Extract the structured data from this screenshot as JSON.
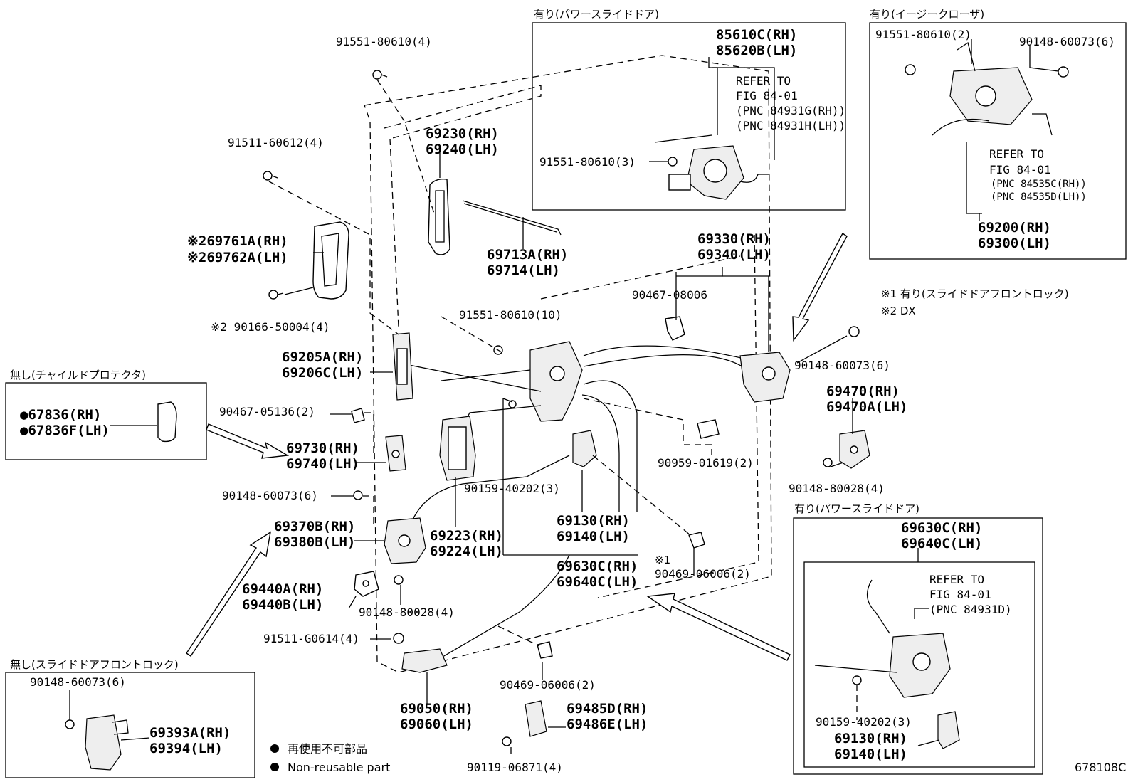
{
  "boxes": {
    "power_slide_top": {
      "title": "有り(パワースライドドア)"
    },
    "easy_closer": {
      "title": "有り(イージークローザ)"
    },
    "no_child_protector": {
      "title": "無し(チャイルドプロテクタ)"
    },
    "no_front_lock": {
      "title": "無し(スライドドアフロントロック)"
    },
    "power_slide_bottom": {
      "title": "有り(パワースライドドア)"
    }
  },
  "notes": {
    "note1": "※1 有り(スライドドアフロントロック)",
    "note2": "※2 DX",
    "star1": "※1"
  },
  "labels": {
    "l_91551_4": "91551-80610(4)",
    "l_91511_4": "91511-60612(4)",
    "l_69761": "※269761A(RH)",
    "l_69762": "※269762A(LH)",
    "l_90166": "※2 90166-50004(4)",
    "l_69230": "69230(RH)",
    "l_69240": "69240(LH)",
    "l_69713": "69713A(RH)",
    "l_69714": "69714(LH)",
    "l_91551_10": "91551-80610(10)",
    "l_85610": "85610C(RH)",
    "l_85620": "85620B(LH)",
    "l_refer1": "REFER TO",
    "l_fig1": "FIG 84-01",
    "l_pnc1a": "(PNC 84931G(RH))",
    "l_pnc1b": "(PNC 84931H(LH))",
    "l_91551_3": "91551-80610(3)",
    "l_91551_2": "91551-80610(2)",
    "l_90148_6a": "90148-60073(6)",
    "l_refer2": "REFER TO",
    "l_fig2": "FIG 84-01",
    "l_pnc2a": "(PNC 84535C(RH))",
    "l_pnc2b": "(PNC 84535D(LH))",
    "l_69200": "69200(RH)",
    "l_69300": "69300(LH)",
    "l_69330": "69330(RH)",
    "l_69340": "69340(LH)",
    "l_90467_08006": "90467-08006",
    "l_90148_6b": "90148-60073(6)",
    "l_69470": "69470(RH)",
    "l_69470a": "69470A(LH)",
    "l_90148_80028a": "90148-80028(4)",
    "l_69205": "69205A(RH)",
    "l_69206": "69206C(LH)",
    "l_67836": "●67836(RH)",
    "l_67836f": "●67836F(LH)",
    "l_90467_05136": "90467-05136(2)",
    "l_69730": "69730(RH)",
    "l_69740": "69740(LH)",
    "l_90959": "90959-01619(2)",
    "l_90148_6c": "90148-60073(6)",
    "l_90159_a": "90159-40202(3)",
    "l_69130_a": "69130(RH)",
    "l_69140_a": "69140(LH)",
    "l_69370": "69370B(RH)",
    "l_69380": "69380B(LH)",
    "l_69223": "69223(RH)",
    "l_69224": "69224(LH)",
    "l_69630_a": "69630C(RH)",
    "l_69640_a": "69640C(LH)",
    "l_90469_a": "90469-06006(2)",
    "l_69440a": "69440A(RH)",
    "l_69440b": "69440B(LH)",
    "l_90148_80028b": "90148-80028(4)",
    "l_91511_g0614": "91511-G0614(4)",
    "l_69050": "69050(RH)",
    "l_69060": "69060(LH)",
    "l_90469_b": "90469-06006(2)",
    "l_69485": "69485D(RH)",
    "l_69486": "69486E(LH)",
    "l_90119": "90119-06871(4)",
    "l_90148_6d": "90148-60073(6)",
    "l_69393": "69393A(RH)",
    "l_69394": "69394(LH)",
    "l_69630_b": "69630C(RH)",
    "l_69640_b": "69640C(LH)",
    "l_refer3": "REFER TO",
    "l_fig3": "FIG 84-01",
    "l_pnc3": "(PNC 84931D)",
    "l_90159_b": "90159-40202(3)",
    "l_69130_b": "69130(RH)",
    "l_69140_b": "69140(LH)"
  },
  "legend": {
    "jp": "再使用不可部品",
    "en": "Non-reusable part"
  },
  "figure_code": "678108C"
}
